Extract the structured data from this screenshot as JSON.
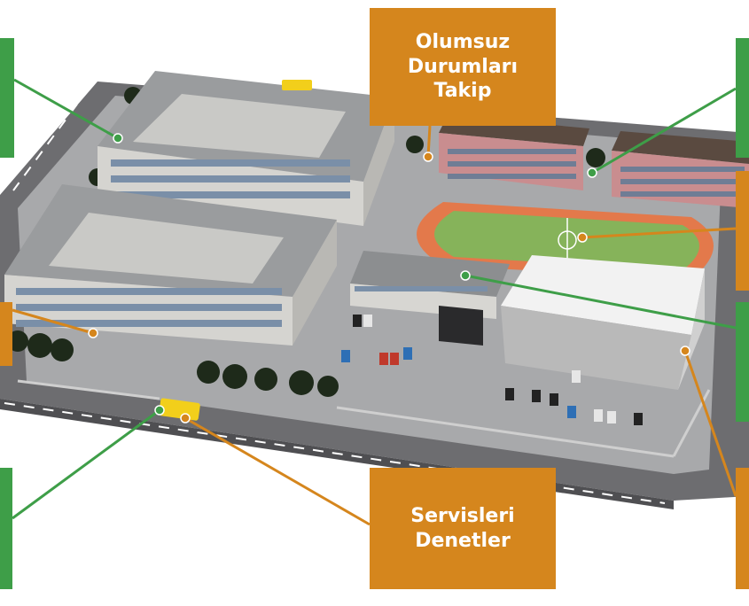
{
  "callouts": {
    "olumsuz": {
      "lines": [
        "Olumsuz",
        "Durumları",
        "Takip"
      ]
    },
    "servis": {
      "lines": [
        "Servisleri",
        "Denetler"
      ]
    }
  },
  "colors": {
    "orange": "#d5861d",
    "green": "#3e9e48",
    "road": "#6f6f72",
    "campus": "#a9aaac",
    "track": "#e3794b",
    "field": "#86b35a",
    "building_roof": "#8a8c8e",
    "bus": "#f2cf1b"
  }
}
